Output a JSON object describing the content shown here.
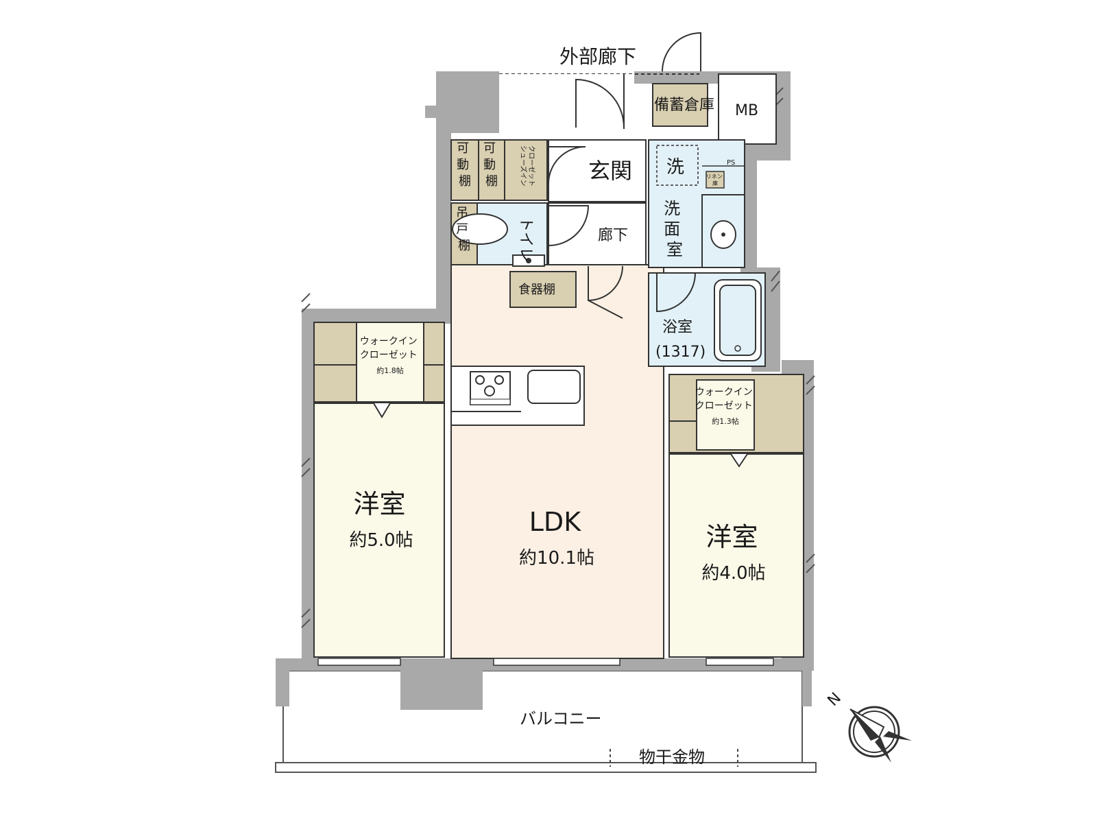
{
  "colors": {
    "wall": "#a9a9a9",
    "ldk": "#fbf0e3",
    "bedroom": "#fbf9e8",
    "storage": "#d9cfb1",
    "wet": "#e2f1f8",
    "hall": "#ffffff",
    "line": "#333333"
  },
  "labels": {
    "outer_corridor": "外部廊下",
    "storage_room": "備蓄倉庫",
    "mb": "MB",
    "entrance": "玄関",
    "hallway": "廊下",
    "toilet": "トイレ",
    "movable_shelf_1": [
      "可",
      "動",
      "棚"
    ],
    "movable_shelf_2": [
      "可",
      "動",
      "棚"
    ],
    "shoes_closet": [
      "シューズイン",
      "クローゼット"
    ],
    "hanging_shelf": [
      "吊",
      "戸",
      "棚"
    ],
    "washer": "洗",
    "washroom": [
      "洗",
      "面",
      "室"
    ],
    "ps": "PS",
    "linen": [
      "リネン",
      "庫"
    ],
    "dish_shelf": "食器棚",
    "bathroom": "浴室",
    "bathroom_size": "(1317)",
    "wic_1": [
      "ウォークイン",
      "クローゼット",
      "約1.8帖"
    ],
    "wic_2": [
      "ウォークイン",
      "クローゼット",
      "約1.3帖"
    ],
    "room_west": [
      "洋室",
      "約5.0帖"
    ],
    "ldk": [
      "LDK",
      "約10.1帖"
    ],
    "room_east": [
      "洋室",
      "約4.0帖"
    ],
    "balcony": "バルコニー",
    "drying_hardware": "物干金物",
    "north": "N"
  }
}
